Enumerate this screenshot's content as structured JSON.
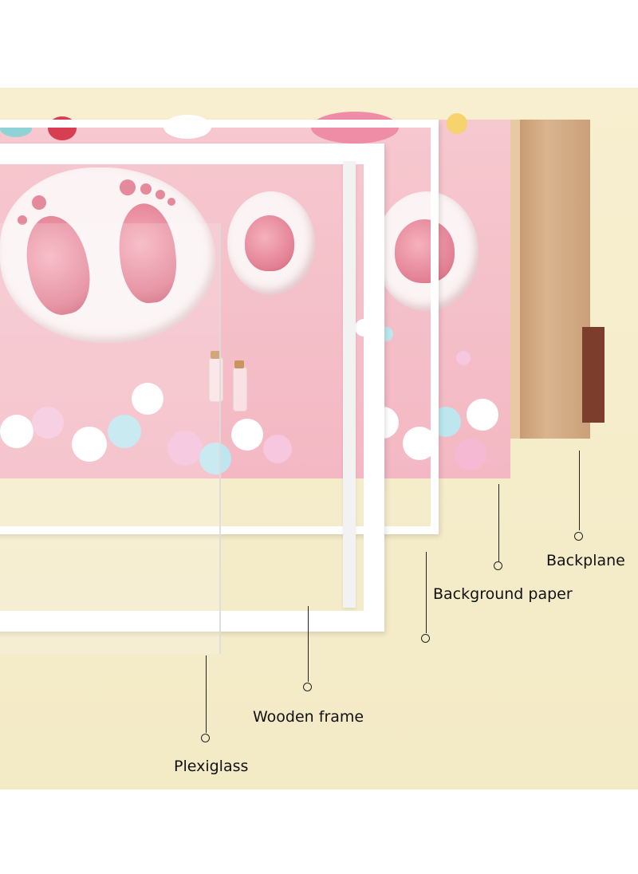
{
  "callouts": {
    "backplane": "Backplane",
    "background_paper": "Background paper",
    "wooden_frame": "Wooden frame",
    "plexiglass": "Plexiglass"
  },
  "colors": {
    "background": "#f3eac6",
    "paper": "#f3b8c3",
    "frame": "#ffffff",
    "backplane": "#d9b48d"
  }
}
